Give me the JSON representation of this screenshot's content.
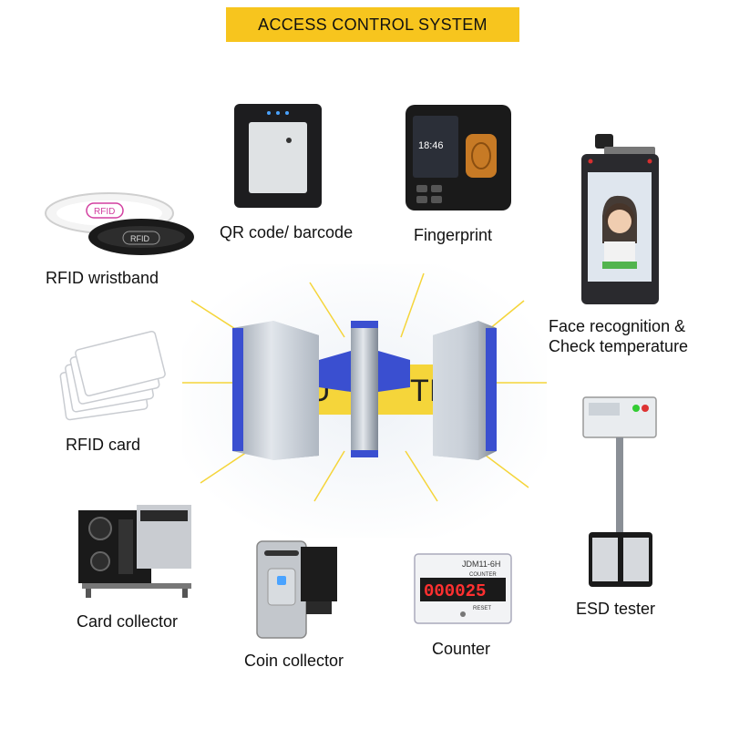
{
  "banner": {
    "title": "ACCESS CONTROL SYSTEM",
    "color": "#f7c51e"
  },
  "items": {
    "qr": {
      "label": "QR code/ barcode"
    },
    "fingerprint": {
      "label": "Fingerprint",
      "screen_time": "18:46"
    },
    "face": {
      "label_line1": "Face recognition &",
      "label_line2": "Check temperature"
    },
    "rfid_wristband": {
      "label": "RFID wristband",
      "band_text": "RFID"
    },
    "rfid_card": {
      "label": "RFID card"
    },
    "card_collector": {
      "label": "Card collector"
    },
    "coin_collector": {
      "label": "Coin collector"
    },
    "counter": {
      "label": "Counter",
      "model": "JDM11-6H",
      "sublabel": "COUNTER",
      "digits": "000025",
      "reset": "RESET"
    },
    "esd_tester": {
      "label": "ESD tester"
    }
  },
  "turnstile": {
    "accent": "#3a4fd0",
    "glow": "#f5d53a"
  }
}
